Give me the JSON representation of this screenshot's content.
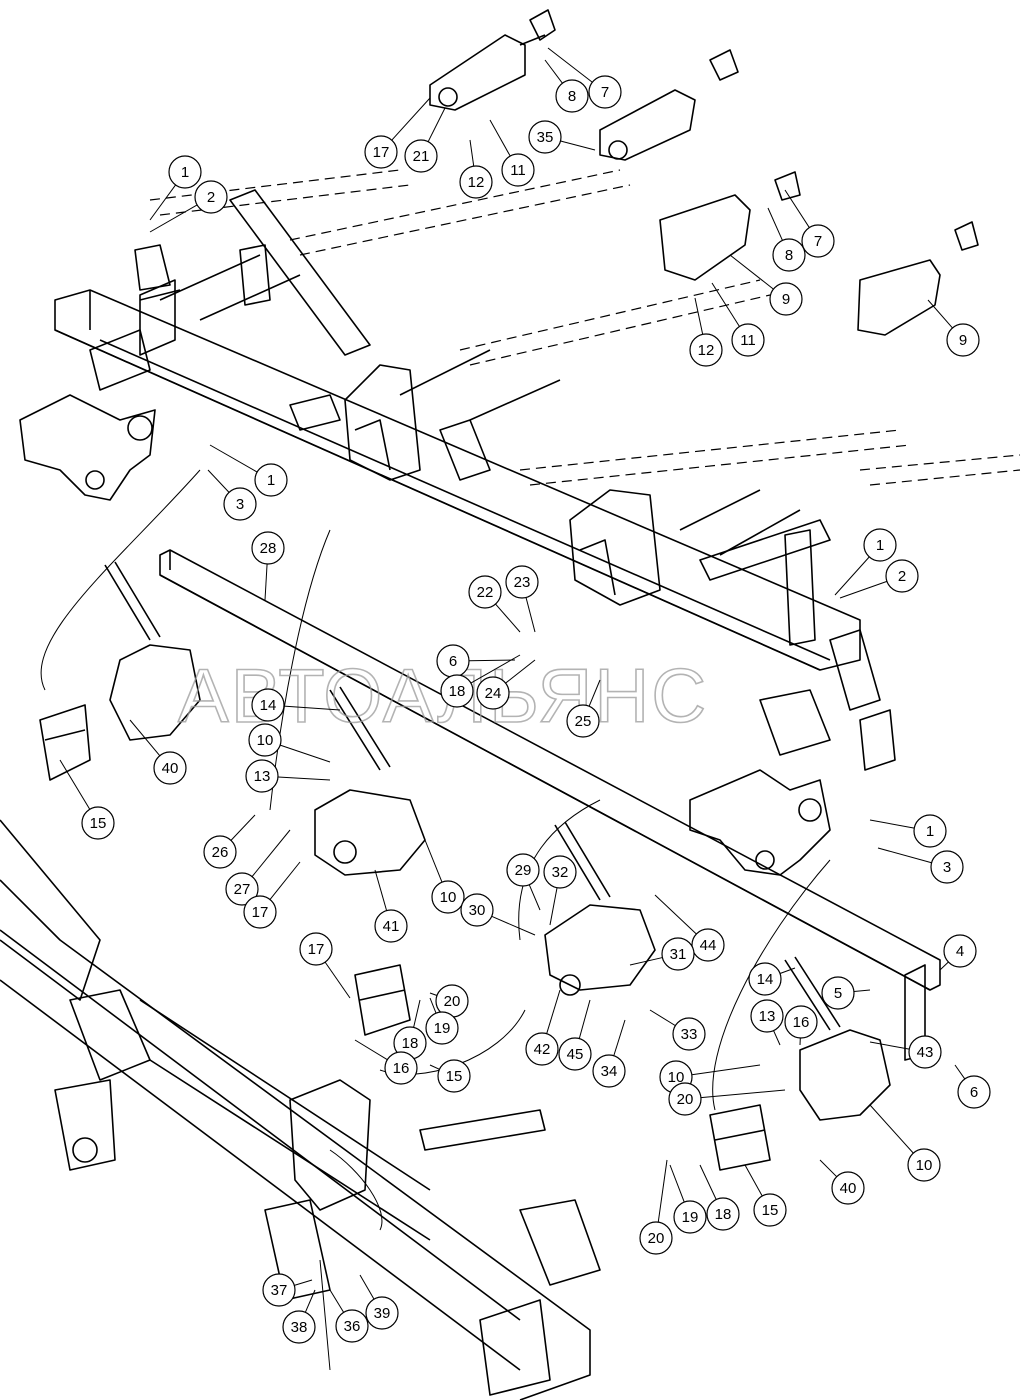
{
  "watermark": "АВТОАЛЬЯНС",
  "callouts": [
    {
      "n": "1"
    },
    {
      "n": "2"
    },
    {
      "n": "1"
    },
    {
      "n": "3"
    },
    {
      "n": "8"
    },
    {
      "n": "7"
    },
    {
      "n": "17"
    },
    {
      "n": "21"
    },
    {
      "n": "12"
    },
    {
      "n": "11"
    },
    {
      "n": "35"
    },
    {
      "n": "8"
    },
    {
      "n": "7"
    },
    {
      "n": "9"
    },
    {
      "n": "12"
    },
    {
      "n": "11"
    },
    {
      "n": "9"
    },
    {
      "n": "1"
    },
    {
      "n": "2"
    },
    {
      "n": "1"
    },
    {
      "n": "3"
    },
    {
      "n": "28"
    },
    {
      "n": "22"
    },
    {
      "n": "23"
    },
    {
      "n": "6"
    },
    {
      "n": "18"
    },
    {
      "n": "24"
    },
    {
      "n": "25"
    },
    {
      "n": "14"
    },
    {
      "n": "10"
    },
    {
      "n": "13"
    },
    {
      "n": "40"
    },
    {
      "n": "15"
    },
    {
      "n": "26"
    },
    {
      "n": "27"
    },
    {
      "n": "17"
    },
    {
      "n": "41"
    },
    {
      "n": "10"
    },
    {
      "n": "29"
    },
    {
      "n": "32"
    },
    {
      "n": "30"
    },
    {
      "n": "44"
    },
    {
      "n": "31"
    },
    {
      "n": "42"
    },
    {
      "n": "45"
    },
    {
      "n": "34"
    },
    {
      "n": "33"
    },
    {
      "n": "17"
    },
    {
      "n": "20"
    },
    {
      "n": "19"
    },
    {
      "n": "18"
    },
    {
      "n": "16"
    },
    {
      "n": "15"
    },
    {
      "n": "14"
    },
    {
      "n": "5"
    },
    {
      "n": "4"
    },
    {
      "n": "13"
    },
    {
      "n": "16"
    },
    {
      "n": "10"
    },
    {
      "n": "20"
    },
    {
      "n": "43"
    },
    {
      "n": "6"
    },
    {
      "n": "10"
    },
    {
      "n": "40"
    },
    {
      "n": "15"
    },
    {
      "n": "18"
    },
    {
      "n": "19"
    },
    {
      "n": "20"
    },
    {
      "n": "37"
    },
    {
      "n": "38"
    },
    {
      "n": "36"
    },
    {
      "n": "39"
    }
  ]
}
